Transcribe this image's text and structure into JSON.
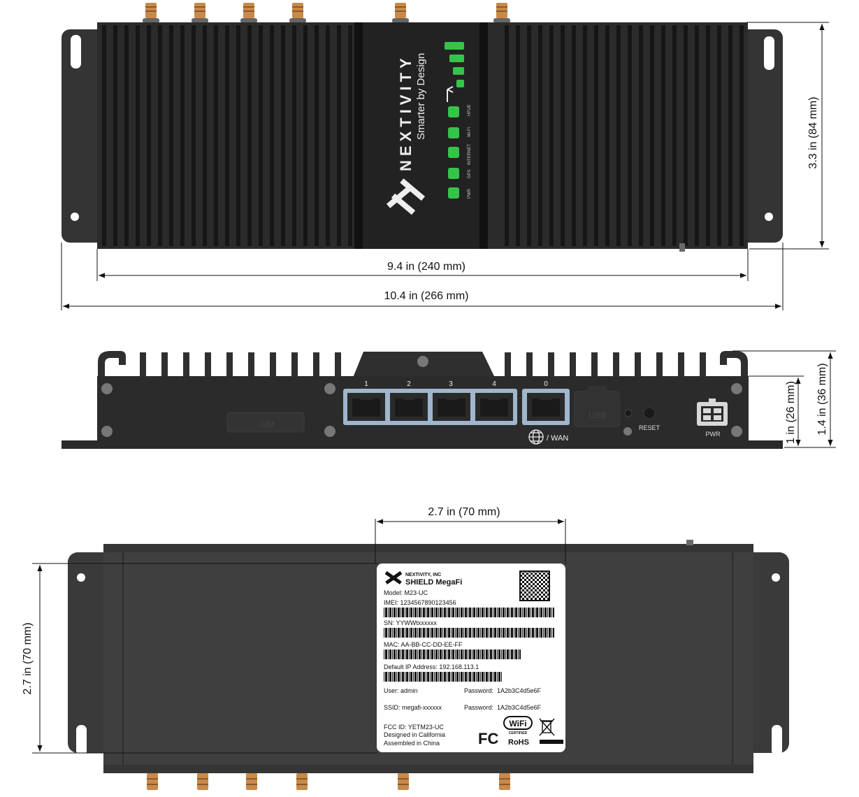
{
  "colors": {
    "body": "#2b2b2b",
    "fin_dark": "#141414",
    "led_green": "#35c44a",
    "port_frame": "#9fb6cc",
    "antenna": "#c8894a",
    "label_bg": "#ffffff"
  },
  "top_view": {
    "brand": "NEXTIVITY",
    "tagline": "Smarter by Design",
    "leds": [
      "PWR",
      "GPS",
      "INTERNET",
      "Wi-Fi",
      "HPUE"
    ],
    "dim_height": "3.3 in (84 mm)",
    "dim_body_width": "9.4 in (240 mm)",
    "dim_total_width": "10.4 in (266 mm)"
  },
  "front_view": {
    "sim_label": "SIM",
    "lan_ports": [
      "1",
      "2",
      "3",
      "4"
    ],
    "wan_port": "0",
    "wan_label": "/ WAN",
    "usb_label": "USB",
    "reset_label": "RESET",
    "power_label": "PWR",
    "dim_total_height": "1.4 in (36 mm)",
    "dim_body_height": "1 in (26 mm)"
  },
  "bottom_view": {
    "dim_label_width": "2.7 in (70 mm)",
    "dim_depth": "2.7 in (70 mm)",
    "label": {
      "company": "NEXTIVITY, INC",
      "product": "SHIELD MegaFi",
      "model": "Model: M23-UC",
      "imei": "IMEI: 1234567890123456",
      "sn": "SN: YYWWtxxxxxx",
      "mac": "MAC: AA-BB-CC-DD-EE-FF",
      "ip": "Default IP Address: 192.168.113.1",
      "user": "User: admin",
      "password_label": "Password:",
      "password_1": "1A2b3C4d5e6F",
      "ssid": "SSID: megafi-xxxxxx",
      "password_2": "1A2b3C4d5e6F",
      "fcc_id": "FCC ID: YETM23-UC",
      "designed": "Designed in California",
      "assembled": "Assembled in China",
      "wifi_logo": "WiFi",
      "certified": "CERTIFIED",
      "rohs": "RoHS",
      "fcc_logo": "FC"
    }
  }
}
